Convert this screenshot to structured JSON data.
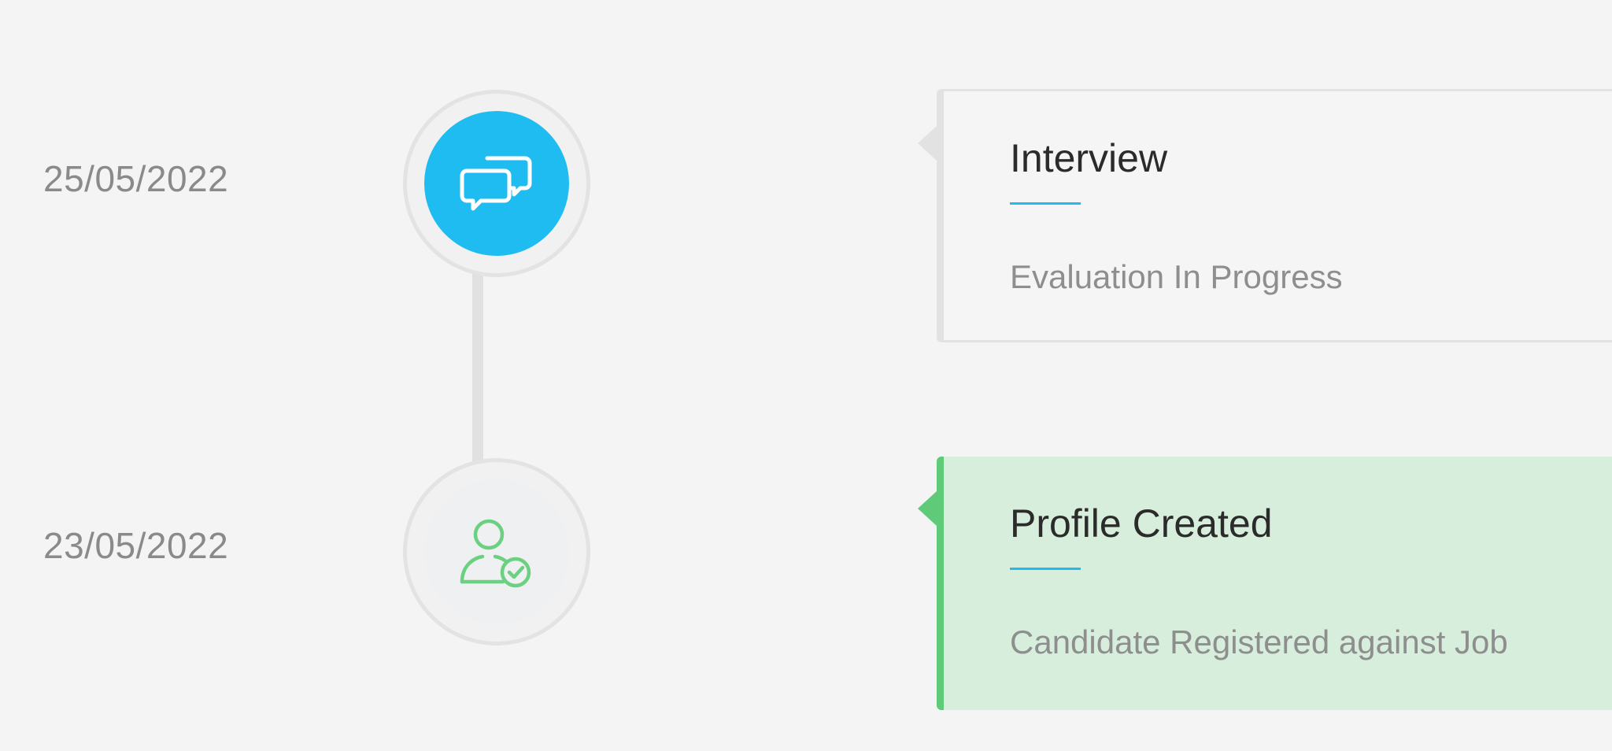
{
  "timeline": {
    "events": [
      {
        "date": "25/05/2022",
        "title": "Interview",
        "description": "Evaluation In Progress",
        "icon": "chat-bubbles-icon",
        "status": "in-progress",
        "accent_color": "#1ebcf0"
      },
      {
        "date": "23/05/2022",
        "title": "Profile Created",
        "description": "Candidate Registered against Job",
        "icon": "user-check-icon",
        "status": "completed",
        "accent_color": "#5fcb79"
      }
    ]
  },
  "colors": {
    "background": "#f4f4f4",
    "active": "#1ebcf0",
    "success": "#5fcb79",
    "success_bg": "#d6eedb"
  }
}
